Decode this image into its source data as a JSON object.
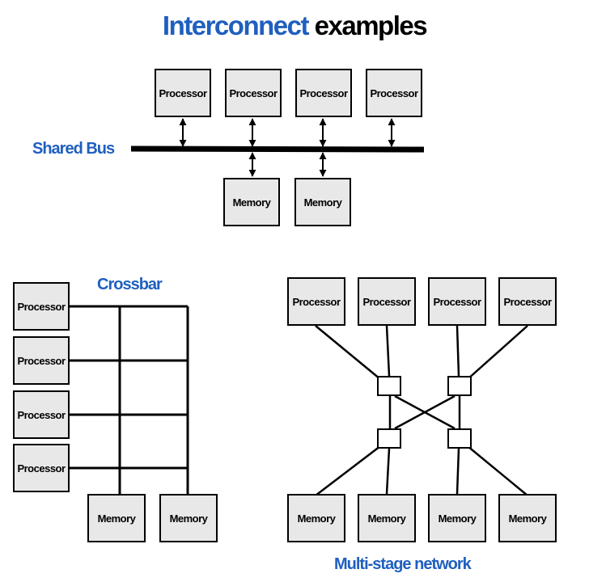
{
  "title": {
    "highlight": "Interconnect",
    "rest": " examples"
  },
  "colors": {
    "accent": "#1f5fbf",
    "box_fill": "#e8e8e8",
    "line": "#000000"
  },
  "shared_bus": {
    "label": "Shared Bus",
    "processors": [
      "Processor",
      "Processor",
      "Processor",
      "Processor"
    ],
    "memories": [
      "Memory",
      "Memory"
    ]
  },
  "crossbar": {
    "label": "Crossbar",
    "processors": [
      "Processor",
      "Processor",
      "Processor",
      "Processor"
    ],
    "memories": [
      "Memory",
      "Memory"
    ]
  },
  "multistage": {
    "label": "Multi-stage network",
    "processors": [
      "Processor",
      "Processor",
      "Processor",
      "Processor"
    ],
    "memories": [
      "Memory",
      "Memory",
      "Memory",
      "Memory"
    ]
  }
}
